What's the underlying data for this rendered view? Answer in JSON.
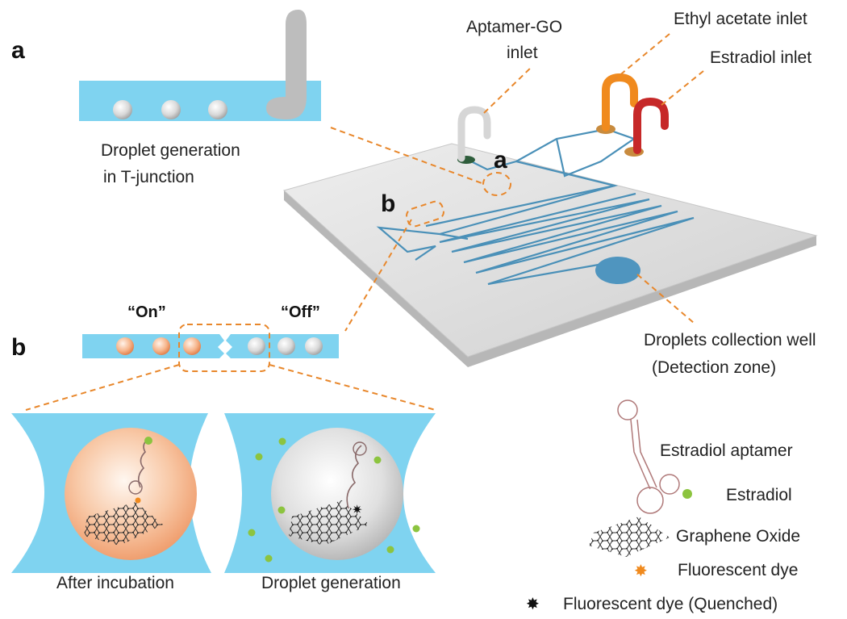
{
  "panel_labels": {
    "a": "a",
    "b": "b",
    "chip_a": "a",
    "chip_b": "b"
  },
  "panel_a": {
    "caption_line1": "Droplet generation",
    "caption_line2": "in T-junction"
  },
  "chip": {
    "aptamer_inlet_line1": "Aptamer-GO",
    "aptamer_inlet_line2": "inlet",
    "ethyl_inlet": "Ethyl acetate inlet",
    "estradiol_inlet": "Estradiol inlet",
    "well_line1": "Droplets collection well",
    "well_line2": "(Detection zone)"
  },
  "panel_b": {
    "on_label": "“On”",
    "off_label": "“Off”",
    "left_caption": "After incubation",
    "right_caption": "Droplet generation"
  },
  "legend": {
    "aptamer": "Estradiol aptamer",
    "estradiol": "Estradiol",
    "graphene": "Graphene Oxide",
    "dye": "Fluorescent dye",
    "quenched": "Fluorescent dye (Quenched)"
  },
  "colors": {
    "channel": "#7fd3f0",
    "chip_channel": "#4a90b8",
    "dashed": "#e8872b",
    "on_droplet": "#f4a97a",
    "estradiol": "#8cc43f",
    "ethyl_tube": "#f08a1e",
    "estradiol_tube": "#c62828"
  }
}
